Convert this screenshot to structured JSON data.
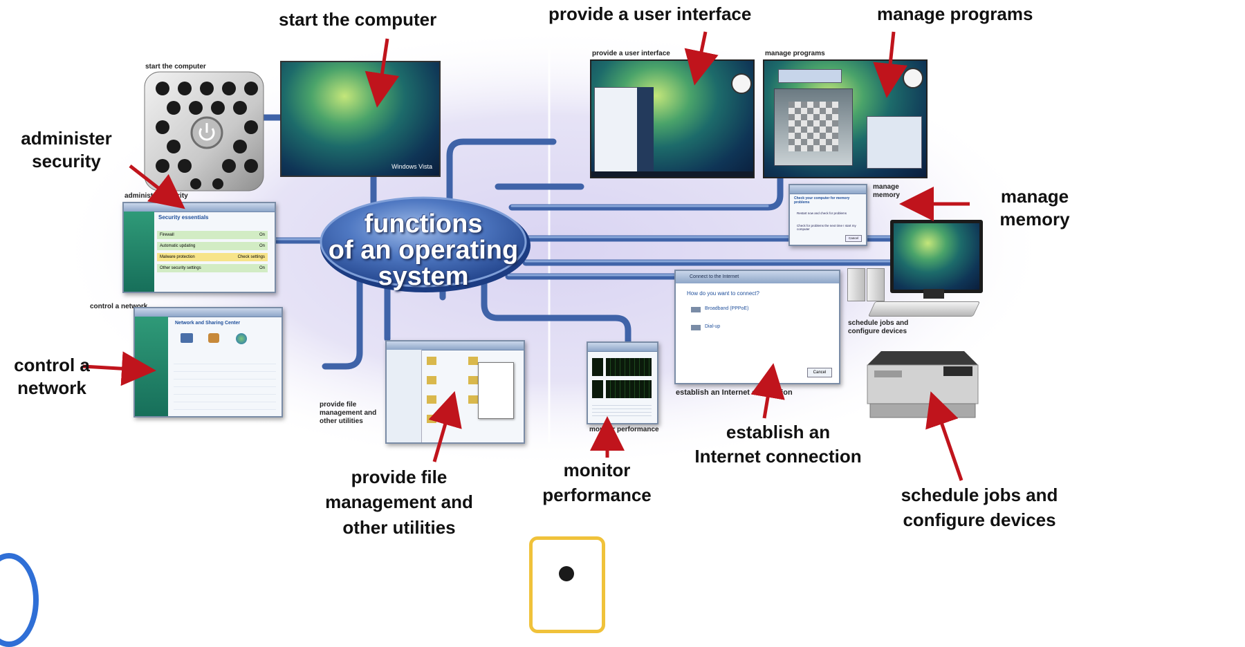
{
  "center": {
    "lines": [
      "functions",
      "of an operating",
      "system"
    ]
  },
  "callouts": {
    "start": "start the computer",
    "ui": "provide a user interface",
    "programs": "manage programs",
    "security": [
      "administer",
      "security"
    ],
    "memory": [
      "manage",
      "memory"
    ],
    "network": [
      "control a",
      "network"
    ],
    "files": [
      "provide file",
      "management and",
      "other utilities"
    ],
    "performance": [
      "monitor",
      "performance"
    ],
    "internet": [
      "establish an",
      "Internet connection"
    ],
    "jobs": [
      "schedule jobs and",
      "configure devices"
    ]
  },
  "panel_labels": {
    "start": "start the computer",
    "ui": "provide a user interface",
    "programs": "manage programs",
    "security": "administer security",
    "memory": [
      "manage",
      "memory"
    ],
    "network": "control a network",
    "files": [
      "provide file",
      "management and",
      "other utilities"
    ],
    "performance": "monitor performance",
    "internet": "establish an Internet connection",
    "jobs": [
      "schedule jobs and",
      "configure devices"
    ]
  },
  "screens": {
    "vista_logo": "Windows Vista",
    "security_center": {
      "heading": "Security essentials",
      "rows": [
        "Firewall",
        "Automatic updating",
        "Malware protection",
        "Other security settings"
      ],
      "statuses": [
        "On",
        "On",
        "Check settings",
        "On"
      ]
    },
    "network_center": {
      "heading": "Network and Sharing Center"
    },
    "internet_dialog": {
      "title": "Connect to the Internet",
      "question": "How do you want to connect?",
      "option1": "Broadband (PPPoE)",
      "option2": "Dial-up",
      "cancel": "Cancel"
    },
    "memory_dialog": {
      "heading": "Check your computer for memory problems",
      "option1": "Restart now and check for problems",
      "option2": "Check for problems the next time I start my computer",
      "cancel": "Cancel"
    }
  },
  "colors": {
    "arrow": "#c0141c",
    "pipe": "#3f63a8",
    "oval": "#3a63b0",
    "halo": "#c8c4e8"
  }
}
